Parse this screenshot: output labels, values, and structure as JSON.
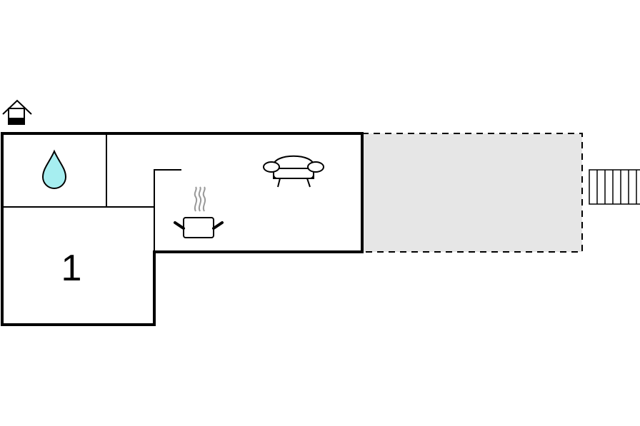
{
  "floorplan": {
    "rooms": [
      {
        "id": "bathroom",
        "icon": "water-drop-icon"
      },
      {
        "id": "bedroom",
        "label": "1"
      },
      {
        "id": "kitchen-living",
        "icons": [
          "cooking-pot-icon",
          "sofa-icon"
        ]
      }
    ],
    "terrace": {
      "icon": "stairs-icon"
    },
    "entrance": {
      "icon": "house-entrance-icon"
    },
    "colors": {
      "wall": "#000000",
      "terrace_fill": "#e6e6e6",
      "water": "#a6eef0",
      "steam": "#999999"
    }
  }
}
